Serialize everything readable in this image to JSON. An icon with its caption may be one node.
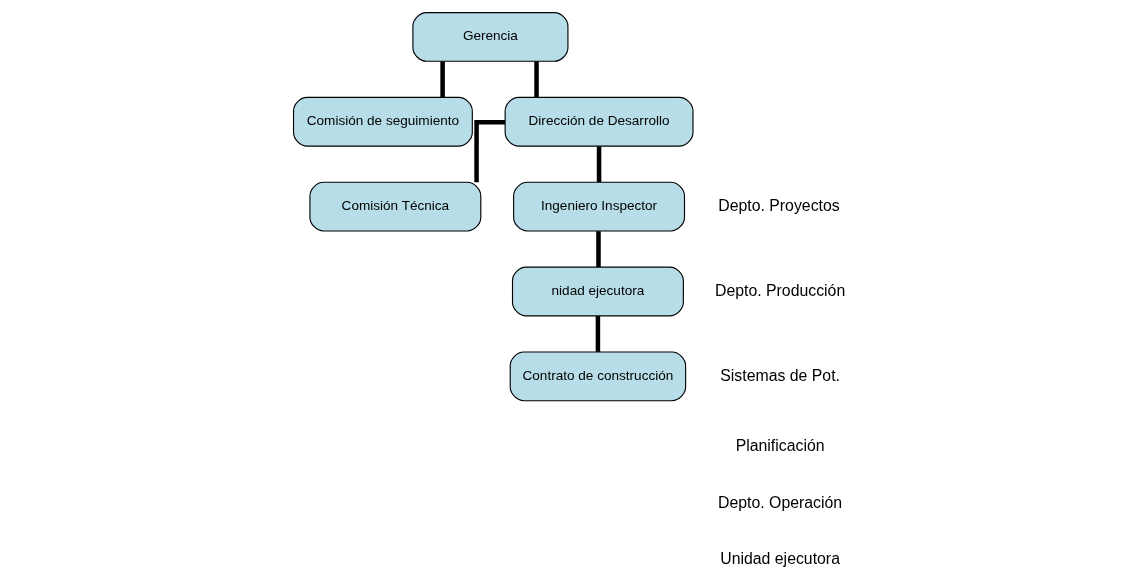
{
  "diagram": {
    "nodes": [
      {
        "text": [
          "Gerencia"
        ]
      },
      {
        "text": [
          "Comisión de seguimiento"
        ]
      },
      {
        "text": [
          "Dirección de Desarrollo"
        ]
      },
      {
        "text": [
          "Comisión Técnica"
        ]
      },
      {
        "text": [
          "Ingeniero Inspector"
        ]
      },
      {
        "text": [
          "nidad ejecutora"
        ]
      },
      {
        "text": [
          "Contrato de construcción"
        ]
      }
    ],
    "edges": [
      {
        "from": 0,
        "to": 1,
        "arrow": "none"
      },
      {
        "from": 0,
        "to": 2,
        "arrow": "none"
      },
      {
        "from": 2,
        "to": 3,
        "arrow": "none"
      },
      {
        "from": 2,
        "to": 4,
        "arrow": "none"
      },
      {
        "from": 4,
        "to": 5,
        "arrow": "none"
      },
      {
        "from": 5,
        "to": 6,
        "arrow": "none"
      }
    ],
    "labels": [
      "Depto. Proyectos",
      "Depto. Producción",
      "Sistemas de Pot.",
      "Planificación",
      "Depto. Operación",
      "Unidad ejecutora"
    ]
  }
}
